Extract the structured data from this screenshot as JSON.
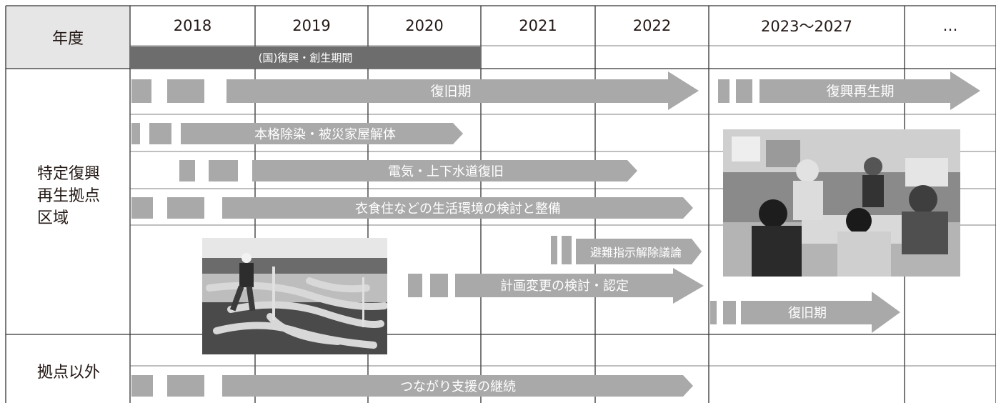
{
  "header": {
    "year_label": "年度",
    "years": [
      "2018",
      "2019",
      "2020",
      "2021",
      "2022",
      "2023～2027",
      "…"
    ],
    "period_bar": "(国)復興・創生期間"
  },
  "rows": {
    "tokutei": "特定復興\n再生拠点\n区域",
    "other": "拠点以外"
  },
  "bars": {
    "recovery": "復旧期",
    "revitalization": "復興再生期",
    "decontamination": "本格除染・被災家屋解体",
    "utilities": "電気・上下水道復旧",
    "living": "衣食住などの生活環境の検討と整備",
    "evacuation": "避難指示解除議論",
    "plan_change": "計画変更の検討・認定",
    "recovery2": "復旧期",
    "support": "つながり支援の継続"
  },
  "photos": {
    "left": "decontamination-work-photo",
    "right": "community-meeting-photo"
  },
  "colors": {
    "bar": "#a9a9a9",
    "period": "#6d6d6d",
    "grid": "#333333",
    "header_bg": "#e6e6e6"
  }
}
